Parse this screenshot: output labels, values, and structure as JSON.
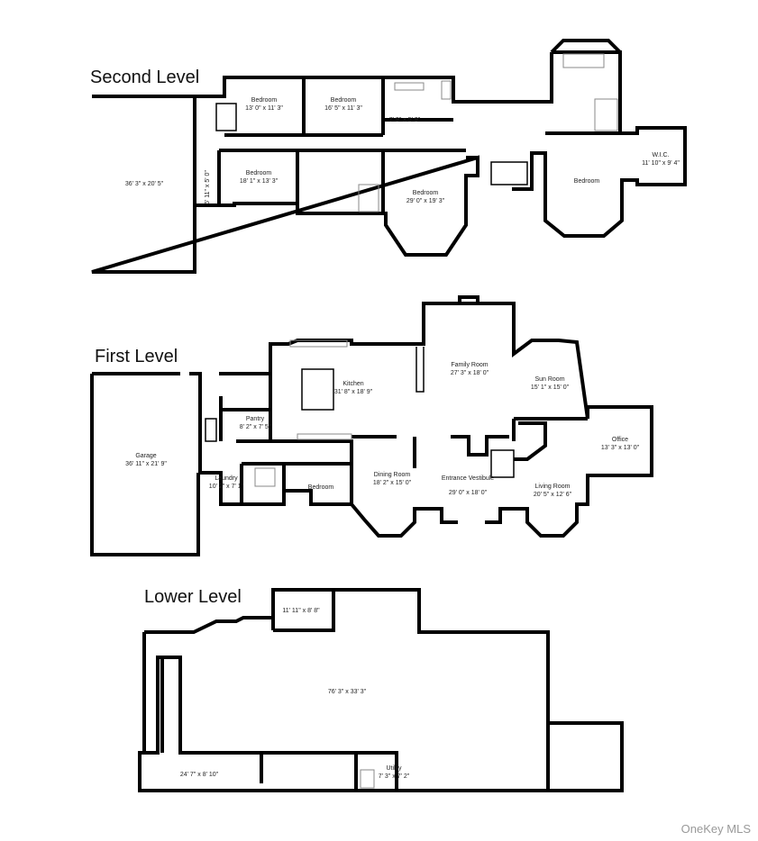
{
  "levels": {
    "second": {
      "title": "Second Level",
      "rooms": [
        {
          "name": "",
          "size": "36' 3\" x 20' 5\""
        },
        {
          "name": "Bedroom",
          "size": "13' 0\" x 11' 3\""
        },
        {
          "name": "Bedroom",
          "size": "16' 5\" x 11' 3\""
        },
        {
          "name": "",
          "size": "7' 9\" x 5' 9\""
        },
        {
          "name": "Bedroom",
          "size": "18' 1\" x 13' 3\""
        },
        {
          "name": "",
          "size": "6' 11\" x 5' 0\""
        },
        {
          "name": "Bedroom",
          "size": "29' 0\" x 19' 3\""
        },
        {
          "name": "Bedroom",
          "size": ""
        },
        {
          "name": "W.I.C.",
          "size": "11' 10\" x 9' 4\""
        }
      ]
    },
    "first": {
      "title": "First Level",
      "rooms": [
        {
          "name": "Garage",
          "size": "36' 11\" x 21' 9\""
        },
        {
          "name": "Laundry",
          "size": "10' 2\" x 7' 1\""
        },
        {
          "name": "Pantry",
          "size": "8' 2\" x 7' 5\""
        },
        {
          "name": "Kitchen",
          "size": "31' 8\" x 18' 9\""
        },
        {
          "name": "Family Room",
          "size": "27' 3\" x 18' 0\""
        },
        {
          "name": "Sun Room",
          "size": "15' 1\" x 15' 0\""
        },
        {
          "name": "Office",
          "size": "13' 3\" x 13' 0\""
        },
        {
          "name": "Dining Room",
          "size": "18' 2\" x 15' 0\""
        },
        {
          "name": "Entrance Vestibule",
          "size": "29' 0\" x 18' 0\""
        },
        {
          "name": "Living Room",
          "size": "20' 5\" x 12' 6\""
        },
        {
          "name": "Bedroom",
          "size": ""
        }
      ]
    },
    "lower": {
      "title": "Lower Level",
      "rooms": [
        {
          "name": "",
          "size": "11' 11\" x 8' 8\""
        },
        {
          "name": "",
          "size": "76' 3\" x 33' 3\""
        },
        {
          "name": "",
          "size": "24' 7\" x 8' 10\""
        },
        {
          "name": "Utility",
          "size": "7' 3\" x 7' 2\""
        }
      ]
    }
  },
  "watermark": "OneKey MLS"
}
